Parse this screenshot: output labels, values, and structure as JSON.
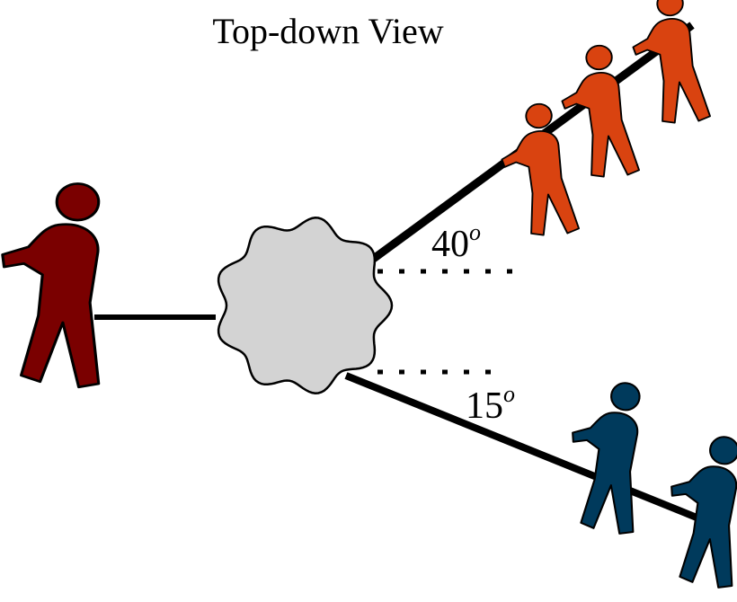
{
  "title": "Top-down View",
  "angles": [
    {
      "value": "40",
      "superscript": "o"
    },
    {
      "value": "15",
      "superscript": "o"
    }
  ],
  "colors": {
    "left_team": "#7a0000",
    "upper_team": "#d94310",
    "lower_team": "#003a5c",
    "object_fill": "#d3d3d3",
    "rope": "#000000"
  },
  "figures": {
    "left_team_count": 1,
    "upper_team_count": 3,
    "lower_team_count": 2
  }
}
